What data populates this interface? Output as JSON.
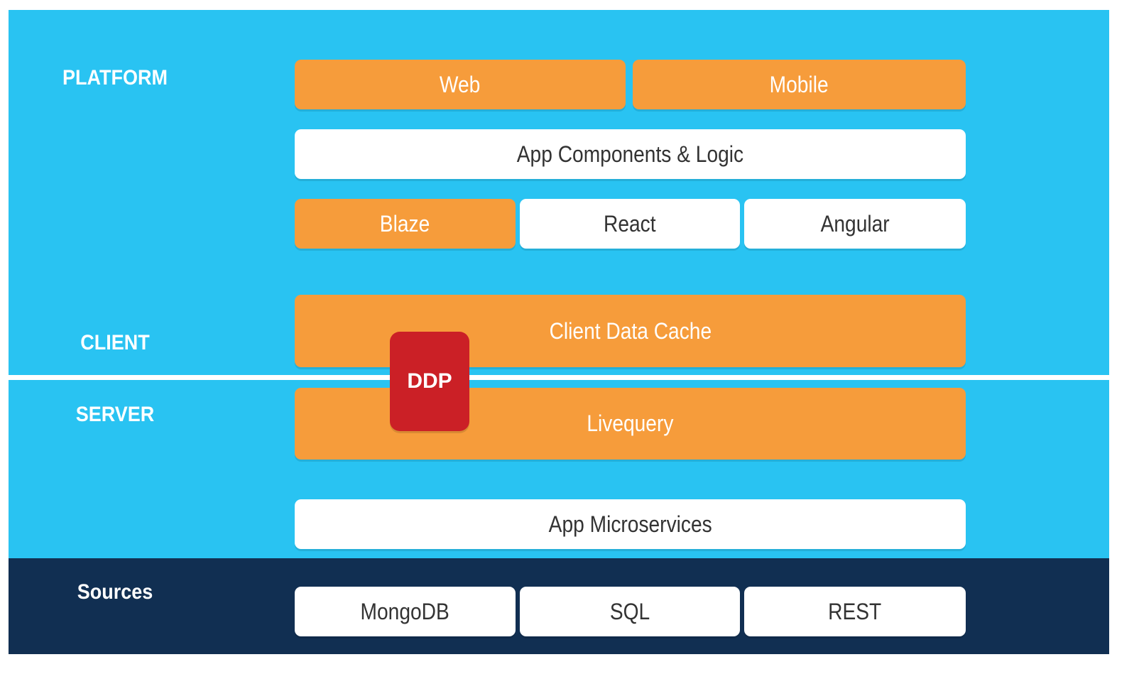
{
  "colors": {
    "background": "#29c3f2",
    "sources_background": "#112f52",
    "orange": "#f69c3b",
    "white": "#ffffff",
    "ddp_red": "#cb2026"
  },
  "labels": {
    "platform": "PLATFORM",
    "client": "CLIENT",
    "server": "SERVER",
    "sources": "Sources"
  },
  "platform": {
    "web": "Web",
    "mobile": "Mobile"
  },
  "app_components": "App Components & Logic",
  "view_layers": {
    "blaze": "Blaze",
    "react": "React",
    "angular": "Angular"
  },
  "client_data_cache": "Client Data Cache",
  "ddp": "DDP",
  "livequery": "Livequery",
  "app_microservices": "App Microservices",
  "sources": {
    "mongodb": "MongoDB",
    "sql": "SQL",
    "rest": "REST"
  }
}
